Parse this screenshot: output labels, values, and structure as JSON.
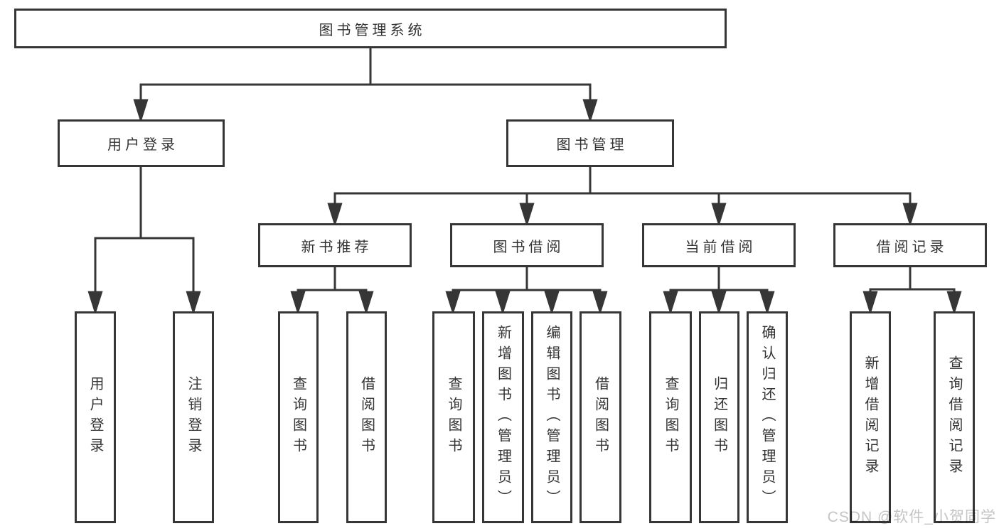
{
  "diagram": {
    "root": {
      "label": "图书管理系统"
    },
    "branches": [
      {
        "label": "用户登录",
        "leaves": [
          {
            "label": "用户登录"
          },
          {
            "label": "注销登录"
          }
        ]
      },
      {
        "label": "图书管理",
        "sections": [
          {
            "label": "新书推荐",
            "leaves": [
              {
                "label": "查询图书"
              },
              {
                "label": "借阅图书"
              }
            ]
          },
          {
            "label": "图书借阅",
            "leaves": [
              {
                "label": "查询图书"
              },
              {
                "label": "新增图书（管理员）"
              },
              {
                "label": "编辑图书（管理员）"
              },
              {
                "label": "借阅图书"
              }
            ]
          },
          {
            "label": "当前借阅",
            "leaves": [
              {
                "label": "查询图书"
              },
              {
                "label": "归还图书"
              },
              {
                "label": "确认归还（管理员）"
              }
            ]
          },
          {
            "label": "借阅记录",
            "leaves": [
              {
                "label": "新增借阅记录"
              },
              {
                "label": "查询借阅记录"
              }
            ]
          }
        ]
      }
    ]
  },
  "watermark": {
    "text": "CSDN @软件_小贺同学"
  },
  "colors": {
    "line": "#363636",
    "text": "#333333",
    "background": "#ffffff",
    "watermark": "#c4c4c4"
  }
}
